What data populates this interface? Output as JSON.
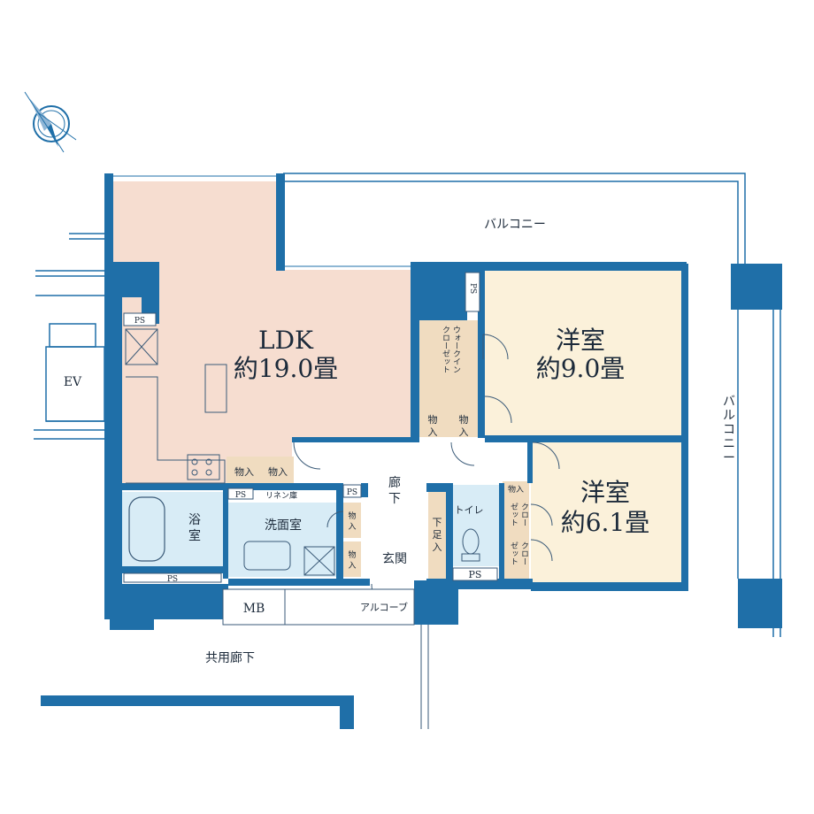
{
  "floorplan": {
    "rooms": {
      "ldk_name": "LDK",
      "ldk_size": "約19.0畳",
      "western1_name": "洋室",
      "western1_size": "約9.0畳",
      "western2_name": "洋室",
      "western2_size": "約6.1畳",
      "bath_line1": "浴",
      "bath_line2": "室",
      "washroom": "洗面室",
      "toilet": "トイレ",
      "entrance": "玄関",
      "corridor_line1": "廊",
      "corridor_line2": "下",
      "alcove": "アルコーブ",
      "mb": "MB",
      "common_corridor": "共用廊下",
      "elevator": "EV"
    },
    "balcony_top": "バルコニー",
    "balcony_right": [
      "バ",
      "ル",
      "コ",
      "ニ",
      "ー"
    ],
    "walk_in_closet": [
      "ウォークイン",
      "クローゼット"
    ],
    "shoe_storage": [
      "下",
      "足",
      "入"
    ],
    "linen": "リネン庫",
    "storage": [
      "物",
      "入"
    ],
    "storage_h": "物入",
    "closet_small": [
      "クロー",
      "ゼット"
    ],
    "ps": "PS",
    "colors": {
      "wall": "#1f6fa8",
      "ldk": "#f6ddd0",
      "western": "#fbf1da",
      "closet": "#f0dcc0",
      "wet": "#d8ecf6",
      "line": "#3a5a78"
    }
  }
}
